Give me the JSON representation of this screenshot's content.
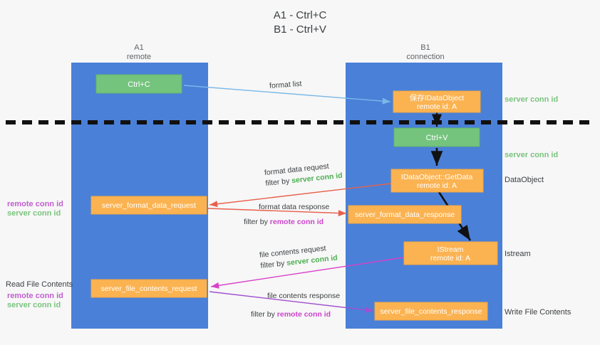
{
  "title": {
    "line1": "A1 - Ctrl+C",
    "line2": "B1 - Ctrl+V"
  },
  "lanes": [
    {
      "id": "a1",
      "name": "A1",
      "sub": "remote",
      "color": "#4a80d8"
    },
    {
      "id": "b1",
      "name": "B1",
      "sub": "connection",
      "color": "#4a80d8"
    }
  ],
  "nodes": {
    "ctrl_c": {
      "label": "Ctrl+C",
      "color": "#74c47e"
    },
    "ctrl_v": {
      "label": "Ctrl+V",
      "color": "#74c47e"
    },
    "save_dataobject": {
      "line1": "保存IDataObject",
      "line2": "remote id: A",
      "color": "#fbb352"
    },
    "getdata": {
      "line1": "IDataObject::GetData",
      "line2": "remote id: A",
      "color": "#fbb352"
    },
    "istream": {
      "line1": "IStream",
      "line2": "remote id: A",
      "color": "#fbb352"
    },
    "fmt_req": {
      "label": "server_format_data_request",
      "color": "#fbb352"
    },
    "fmt_resp": {
      "label": "server_format_data_response",
      "color": "#fbb352"
    },
    "file_req": {
      "label": "server_file_contents_request",
      "color": "#fbb352"
    },
    "file_resp": {
      "label": "server_file_contents_response",
      "color": "#fbb352"
    }
  },
  "edges": {
    "format_list": {
      "label": "format list",
      "color": "#7ab8e8"
    },
    "format_data_request": {
      "line1": "format data request",
      "filter_prefix": "filter by ",
      "filter_value": "server conn id",
      "color": "#e8604c"
    },
    "format_data_response": {
      "line1": "format data response",
      "filter_prefix": "filter by ",
      "filter_value": "remote conn id",
      "color": "#e8604c"
    },
    "file_contents_request": {
      "line1": "file contents request",
      "filter_prefix": "filter by ",
      "filter_value": "server conn id",
      "color": "#d940c8"
    },
    "file_contents_response": {
      "line1": "file contents response",
      "filter_prefix": "filter by ",
      "filter_value": "remote conn id",
      "color": "#a050d0"
    }
  },
  "annotations": {
    "right_server_conn_1": "server conn id",
    "right_server_conn_2": "server conn id",
    "right_dataobject": "DataObject",
    "right_istream": "Istream",
    "right_write_file": "Write File Contents",
    "left_remote_conn_1": "remote conn id",
    "left_server_conn_1": "server conn id",
    "left_read_file": "Read File Contents",
    "left_remote_conn_2": "remote conn id",
    "left_server_conn_2": "server conn id"
  },
  "colors": {
    "lane": "#4a80d8",
    "green_node": "#74c47e",
    "orange_node": "#fbb352",
    "green_text": "#7ac47e",
    "magenta_text": "#c060d0",
    "red_arrow": "#e8604c",
    "blue_arrow": "#7ab8e8",
    "pink_arrow": "#d940c8",
    "purple_arrow": "#a050d0",
    "divider": "#111111"
  }
}
